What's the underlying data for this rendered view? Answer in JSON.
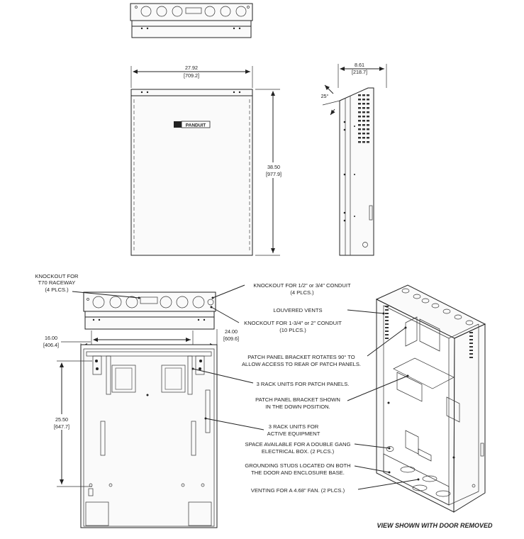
{
  "dimensions": {
    "front_width": {
      "in": "27.92",
      "mm": "[709.2]"
    },
    "depth": {
      "in": "8.61",
      "mm": "[218.7]"
    },
    "height": {
      "in": "38.50",
      "mm": "[977.9]"
    },
    "angle": "25°",
    "bracket_span": {
      "in": "16.00",
      "mm": "[406.4]"
    },
    "inner_width": {
      "in": "24.00",
      "mm": "[609.6]"
    },
    "inner_height": {
      "in": "25.50",
      "mm": "[647.7]"
    }
  },
  "logo_text": "PANDUIT",
  "labels": {
    "t70_knockout": [
      "KNOCKOUT FOR",
      "T70 RACEWAY",
      "(4 PLCS.)"
    ],
    "conduit_small": [
      "KNOCKOUT FOR 1/2\" or 3/4\" CONDUIT",
      "(4 PLCS.)"
    ],
    "louvered_vents": [
      "LOUVERED VENTS"
    ],
    "conduit_large": [
      "KNOCKOUT FOR 1-3/4\" or 2\" CONDUIT",
      "(10 PLCS.)"
    ],
    "bracket_rotates": [
      "PATCH PANEL BRACKET ROTATES 90° TO",
      "ALLOW ACCESS TO REAR OF PATCH PANELS."
    ],
    "rack_patch": [
      "3 RACK UNITS FOR PATCH PANELS."
    ],
    "bracket_down": [
      "PATCH PANEL BRACKET SHOWN",
      "IN THE DOWN POSITION."
    ],
    "rack_active": [
      "3 RACK UNITS FOR",
      "ACTIVE EQUIPMENT"
    ],
    "gang_box": [
      "SPACE AVAILABLE FOR A DOUBLE GANG",
      "ELECTRICAL BOX. (2 PLCS.)"
    ],
    "grounding": [
      "GROUNDING STUDS LOCATED ON BOTH",
      "THE DOOR AND ENCLOSURE BASE."
    ],
    "fan_vent": [
      "VENTING FOR A 4.68\" FAN. (2 PLCS.)"
    ]
  },
  "caption": "VIEW SHOWN WITH DOOR REMOVED"
}
